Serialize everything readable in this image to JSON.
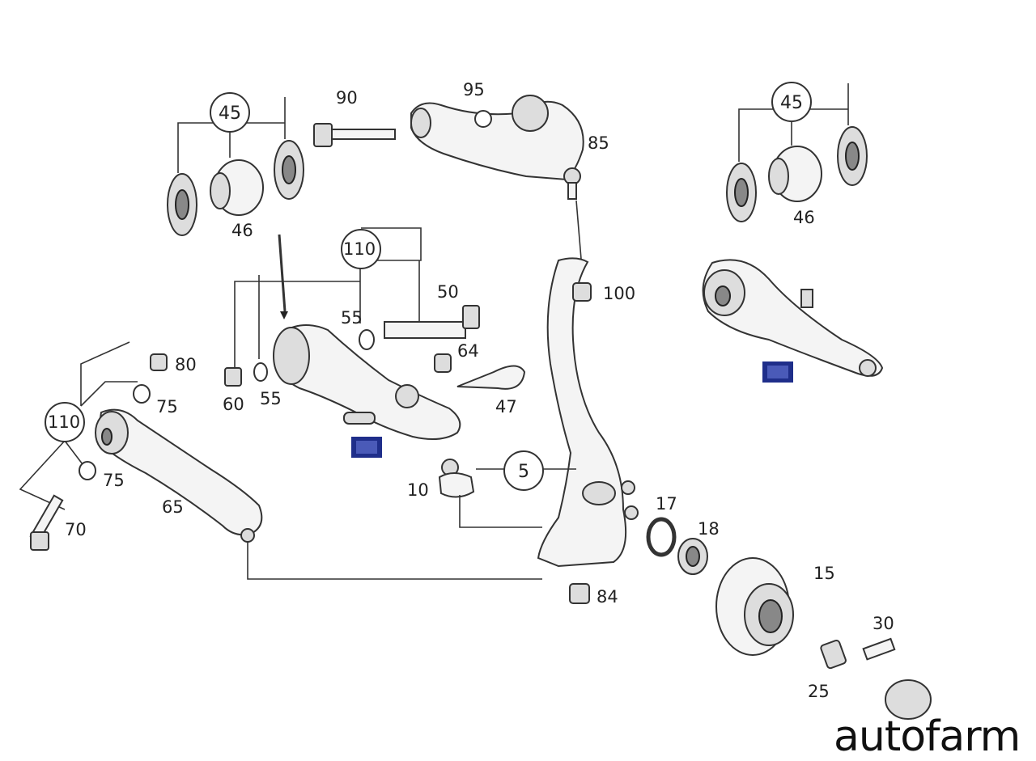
{
  "diagram": {
    "labels": {
      "l90": "90",
      "l95": "95",
      "l85": "85",
      "l45a": "45",
      "l46a": "46",
      "l45b": "45",
      "l46b": "46",
      "l110a": "110",
      "l110b": "110",
      "l50": "50",
      "l55a": "55",
      "l55b": "55",
      "l60": "60",
      "l64": "64",
      "l47": "47",
      "l100": "100",
      "l80": "80",
      "l75a": "75",
      "l75b": "75",
      "l70": "70",
      "l65": "65",
      "l5": "5",
      "l10": "10",
      "l17": "17",
      "l18": "18",
      "l15": "15",
      "l84": "84",
      "l30": "30",
      "l25": "25"
    },
    "watermark": "autofarm"
  },
  "colors": {
    "badge": "#1f2e8a",
    "ink": "#333333",
    "fill": "#f4f4f4"
  }
}
